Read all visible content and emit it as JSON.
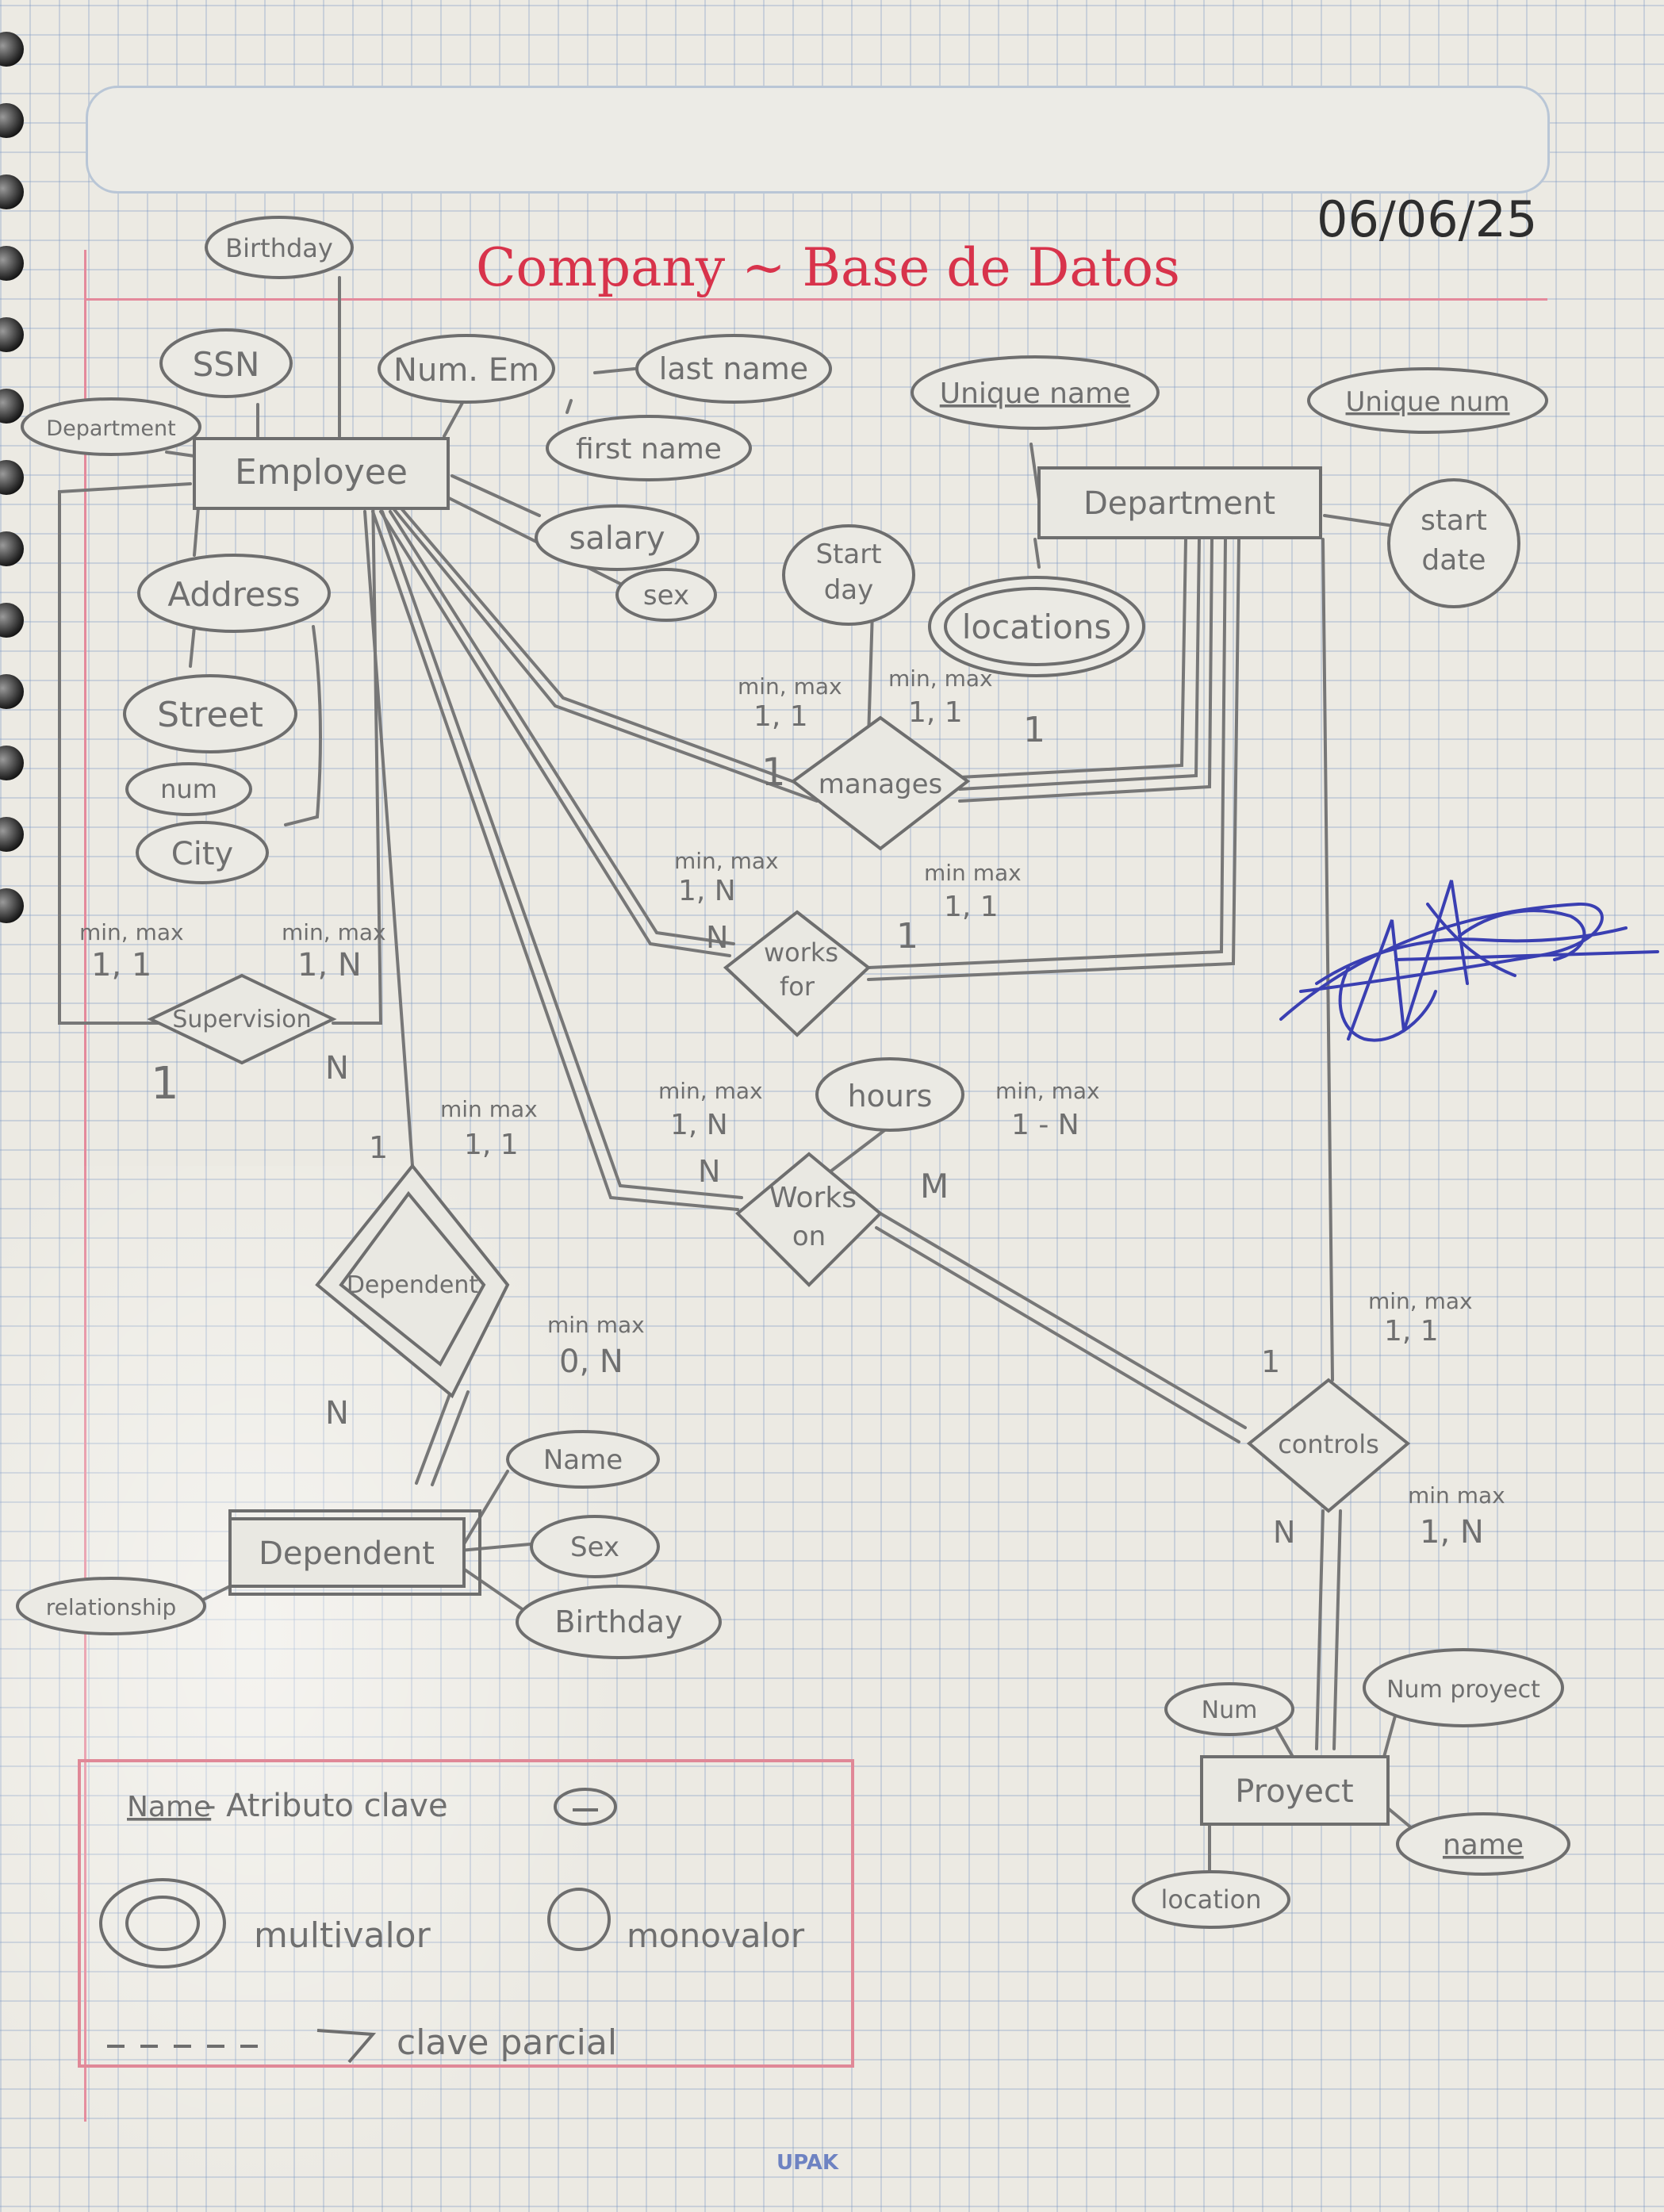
{
  "title": "Company ~ Base de Datos",
  "date": "06/06/25",
  "entities": {
    "employee": "Employee",
    "department": "Department",
    "dependent": "Dependent",
    "project": "Proyect"
  },
  "relationships": {
    "supervision": "Supervision",
    "manages": "manages",
    "works_for": [
      "works",
      "for"
    ],
    "works_on": [
      "Works",
      "on"
    ],
    "controls": "controls",
    "dependents_of": "Dependent"
  },
  "attributes": {
    "birthday": "Birthday",
    "ssn": "SSN",
    "department": "Department",
    "num_em": "Num. Em",
    "last_name": "last name",
    "first_name": "first name",
    "salary": "salary",
    "sex": "sex",
    "address": "Address",
    "street": "Street",
    "num": "num",
    "city": "City",
    "unique_name": "Unique name",
    "unique_num": "Unique num",
    "start_date": [
      "start",
      "date"
    ],
    "start_day": [
      "Start",
      "day"
    ],
    "locations": "locations",
    "hours": "hours",
    "dep_name": "Name",
    "dep_sex": "Sex",
    "dep_birthday": "Birthday",
    "relationship": "relationship",
    "proj_num": "Num",
    "num_proyect": "Num proyect",
    "proj_name": "name",
    "location": "location"
  },
  "cardinality": {
    "min_max": "min, max",
    "min_max_alt": "min max",
    "mm_1_1": "1, 1",
    "mm_1_N": "1, N",
    "mm_1_N_dash": "1 - N",
    "mm_0_N": "0, N",
    "one": "1",
    "n": "N",
    "m": "M"
  },
  "legend": {
    "key_sample": "Name",
    "key_text": "- Atributo clave",
    "multivalued": "multivalor",
    "monovalued": "monovalor",
    "partial_key": "clave parcial"
  },
  "footer": "UPAK"
}
